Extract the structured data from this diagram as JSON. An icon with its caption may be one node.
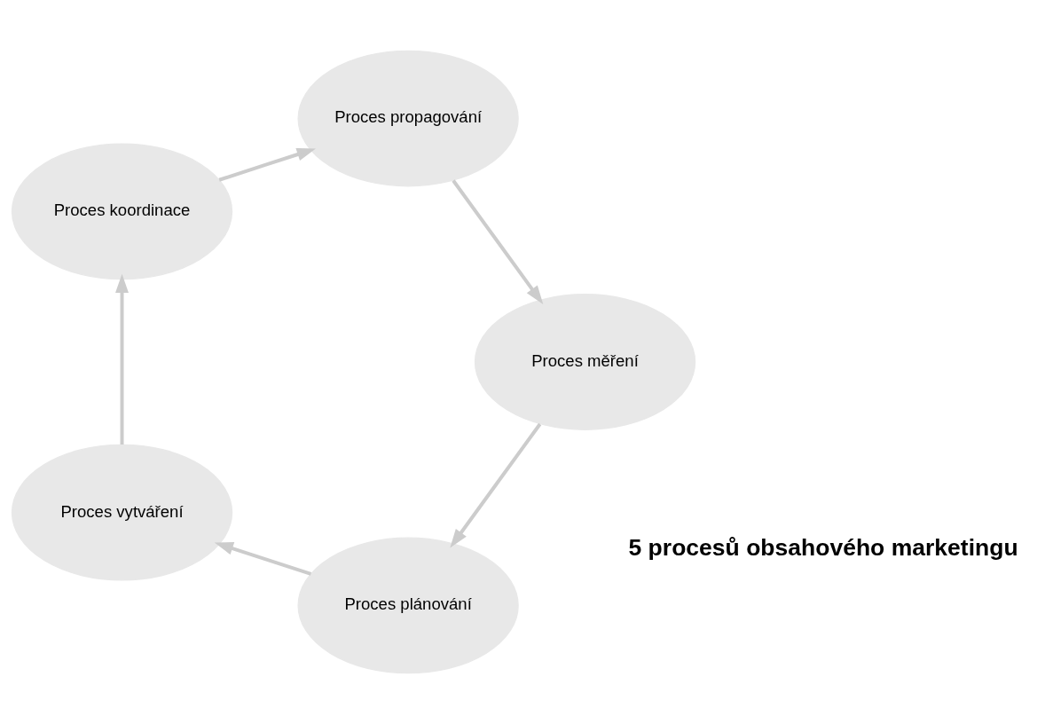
{
  "diagram": {
    "nodes": [
      {
        "text": [
          "Proces plánování"
        ]
      },
      {
        "text": [
          "Proces vytváření"
        ]
      },
      {
        "text": [
          "Proces koordinace"
        ]
      },
      {
        "text": [
          "Proces propagování"
        ]
      },
      {
        "text": [
          "Proces měření"
        ]
      }
    ],
    "edges": [
      {
        "from": 0,
        "to": 1,
        "arrow": "to"
      },
      {
        "from": 1,
        "to": 2,
        "arrow": "to"
      },
      {
        "from": 2,
        "to": 3,
        "arrow": "to"
      },
      {
        "from": 3,
        "to": 4,
        "arrow": "to"
      },
      {
        "from": 4,
        "to": 0,
        "arrow": "to"
      }
    ],
    "labels": [
      "5 procesů obsahového marketingu"
    ]
  }
}
